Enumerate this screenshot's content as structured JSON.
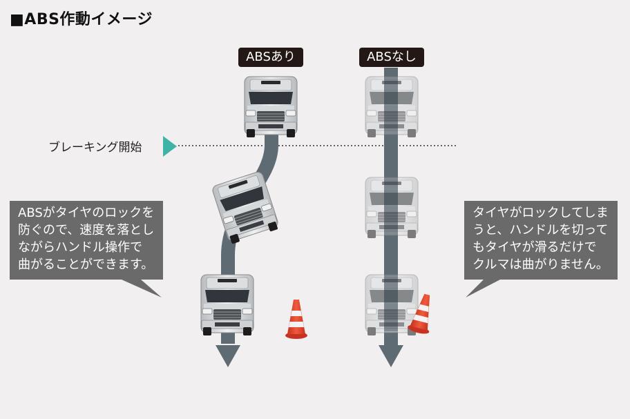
{
  "title": "■ABS作動イメージ",
  "columns": {
    "with_abs": "ABSあり",
    "without_abs": "ABSなし"
  },
  "braking_start": "ブレーキング開始",
  "bubbles": {
    "left": "ABSがタイヤのロックを\n防ぐので、速度を落とし\nながらハンドル操作で\n曲がることができます。",
    "right": "タイヤがロックしてしま\nうと、ハンドルを切って\nもタイヤが滑るだけで\nクルマは曲がりません。"
  },
  "colors": {
    "background": "#f1eff0",
    "track": "#5f6b72",
    "marker": "#3fb3a5",
    "bubble": "#6a6a6a",
    "cone": "#e2452f"
  }
}
